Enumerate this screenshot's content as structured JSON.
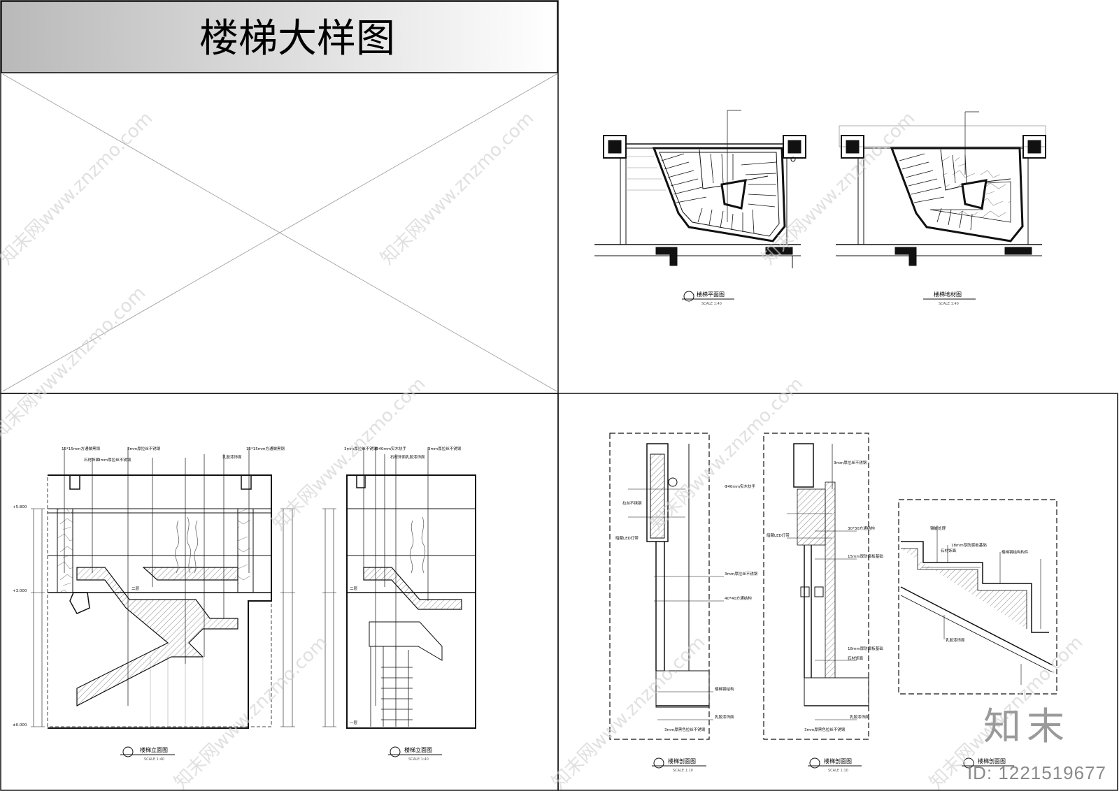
{
  "sheet": {
    "title": "楼梯大样图",
    "title_bg_color": "#cfcfcf",
    "line_color": "#111111"
  },
  "drawings": {
    "plan": {
      "caption": "楼梯平面图",
      "scale": "SCALE 1:40"
    },
    "floor_plan": {
      "caption": "楼梯地材图",
      "scale": "SCALE 1:40"
    },
    "elevation_a": {
      "caption": "楼梯立面图",
      "scale": "SCALE 1:40",
      "callouts": [
        "15*15mm方通做黑钢",
        "3mm厚拉丝不锈钢",
        "石材饰面",
        "3mm厚拉丝不锈钢",
        "乳胶漆饰面",
        "15*15mm方通做黑钢"
      ],
      "levels": [
        "+5.800",
        "+3.000",
        "±0.000"
      ],
      "floor_label": "二层"
    },
    "elevation_b": {
      "caption": "楼梯立面图",
      "scale": "SCALE 1:40",
      "callouts": [
        "3mm厚拉丝不锈钢",
        "Φ40mm实木扶手",
        "石材饰面",
        "乳胶漆饰面",
        "3mm厚拉丝不锈钢"
      ],
      "floor_labels": [
        "二层",
        "一层"
      ]
    },
    "section_a": {
      "caption": "楼梯剖面图",
      "scale": "SCALE 1:10",
      "callouts": [
        "Φ40mm实木扶手",
        "拉丝不锈钢",
        "暗藏LED灯带",
        "3mm厚拉丝不锈钢",
        "40*40方通结构",
        "楼梯钢结构",
        "乳胶漆饰面",
        "3mm厚黑色拉丝不锈钢"
      ]
    },
    "section_b": {
      "caption": "楼梯剖面图",
      "scale": "SCALE 1:10",
      "callouts": [
        "3mm厚拉丝不锈钢",
        "暗藏LED灯带",
        "30*30方通结构",
        "15mm厚防腐板基础",
        "石材饰面",
        "18mm厚防腐板基础",
        "乳胶漆饰面",
        "3mm厚黑色拉丝不锈钢"
      ]
    },
    "section_c": {
      "caption": "楼梯剖面图",
      "callouts": [
        "镶嵌处理",
        "石材饰面",
        "18mm厚防腐板基础",
        "楼梯钢结构构件",
        "乳胶漆饰面"
      ]
    }
  },
  "watermark": {
    "text": "知末网www.znzmo.com",
    "brand": "知末",
    "id_label": "ID: 1221519677"
  }
}
